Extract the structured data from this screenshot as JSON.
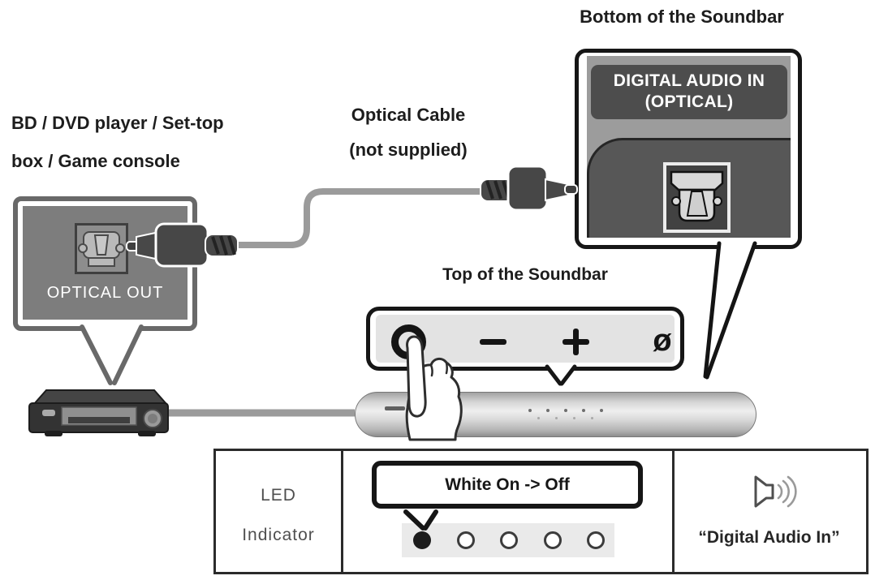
{
  "diagram": {
    "titles": {
      "bottom_of_soundbar": "Bottom of the Soundbar",
      "top_of_soundbar": "Top of the Soundbar",
      "source_device_line1": "BD / DVD player / Set-top",
      "source_device_line2": "box / Game console",
      "optical_cable_line1": "Optical Cable",
      "optical_cable_line2": "(not supplied)"
    },
    "soundbar_bottom_panel": {
      "port_label_line1": "DIGITAL AUDIO IN",
      "port_label_line2": "(OPTICAL)"
    },
    "source_panel": {
      "port_label": "OPTICAL OUT"
    },
    "top_panel": {
      "multi_function_symbol": "ø"
    },
    "table": {
      "row_header_line1": "LED",
      "row_header_line2": "Indicator",
      "led_callout": "White On -> Off",
      "led_states": [
        "on",
        "off",
        "off",
        "off",
        "off"
      ],
      "voice_prompt": "“Digital Audio In”"
    },
    "colors": {
      "outline_black": "#161616",
      "box_border_gray": "#696969",
      "source_panel_gray": "#7d7d7d",
      "soundbar_panel_gray": "#9c9c9c",
      "label_pill_gray": "#4d4d4d",
      "cable_gray": "#9b9b9b",
      "led_on": "#1c1c1c",
      "led_strip_bg": "#eaeaea"
    }
  }
}
